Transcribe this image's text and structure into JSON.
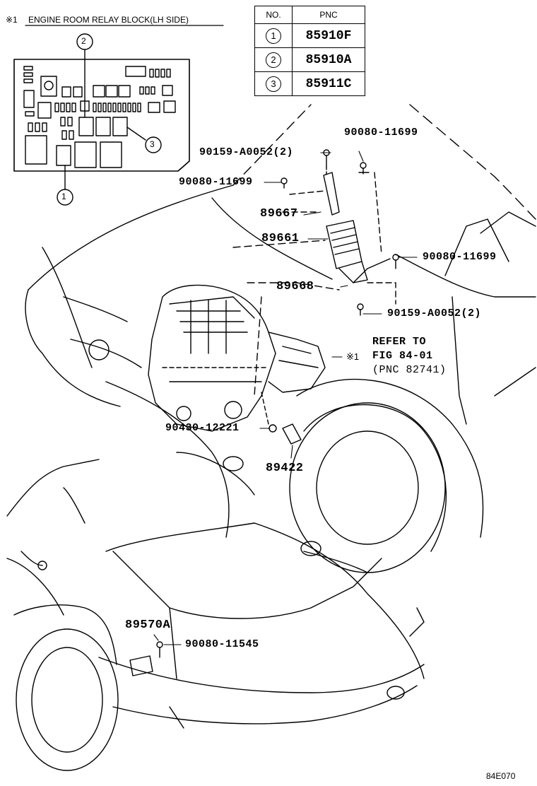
{
  "relay_block": {
    "title_mark": "※1",
    "title": "ENGINE ROOM RELAY BLOCK(LH SIDE)",
    "callouts": [
      "1",
      "2",
      "3"
    ]
  },
  "pnc_table": {
    "headers": [
      "NO.",
      "PNC"
    ],
    "rows": [
      {
        "no": "1",
        "pnc": "85910F"
      },
      {
        "no": "2",
        "pnc": "85910A"
      },
      {
        "no": "3",
        "pnc": "85911C"
      }
    ]
  },
  "parts": {
    "p90080_11699_top": "90080-11699",
    "p90159_a0052_top": "90159-A0052(2)",
    "p90080_11699_left": "90080-11699",
    "p89667": "89667",
    "p89661": "89661",
    "p90080_11699_right": "90080-11699",
    "p89668": "89668",
    "p90159_a0052_bottom": "90159-A0052(2)",
    "p90430_12221": "90430-12221",
    "p89422": "89422",
    "p89570a": "89570A",
    "p90080_11545": "90080-11545"
  },
  "refer": {
    "line1": "REFER TO",
    "mark": "※1",
    "line2": "FIG 84-01",
    "line3": "(PNC 82741)"
  },
  "figure_code": "84E070"
}
